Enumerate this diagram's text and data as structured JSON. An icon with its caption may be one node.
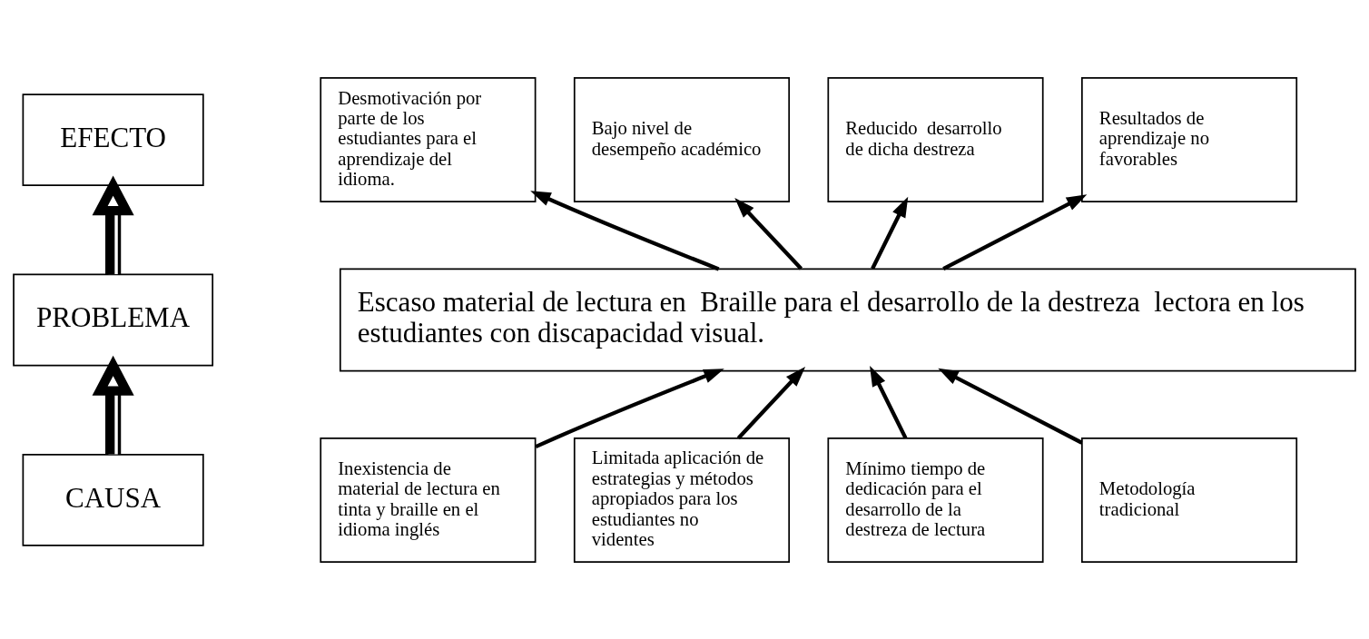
{
  "diagram": {
    "nodes": [
      {
        "text": [
          "EFECTO"
        ]
      },
      {
        "text": [
          "PROBLEMA"
        ]
      },
      {
        "text": [
          "CAUSA"
        ]
      },
      {
        "text": [
          "Desmotivación por parte de los estudiantes para el aprendizaje del idioma."
        ]
      },
      {
        "text": [
          "Bajo nivel de desempeño académico"
        ]
      },
      {
        "text": [
          "Reducido  desarrollo de dicha destreza"
        ]
      },
      {
        "text": [
          "Resultados de aprendizaje no favorables"
        ]
      },
      {
        "text": [
          "Escaso material de lectura en  Braille para el desarrollo de la destreza  lectora en los estudiantes con discapacidad visual."
        ]
      },
      {
        "text": [
          "Inexistencia de material de lectura en tinta y braille en el idioma inglés"
        ]
      },
      {
        "text": [
          "Limitada aplicación de estrategias y métodos apropiados para los estudiantes no videntes"
        ]
      },
      {
        "text": [
          "Mínimo tiempo de dedicación para el desarrollo de la destreza de lectura"
        ]
      },
      {
        "text": [
          "Metodología tradicional"
        ]
      }
    ],
    "edges": [
      {
        "from": 2,
        "to": 1,
        "arrow": "to",
        "style": "thick"
      },
      {
        "from": 1,
        "to": 0,
        "arrow": "to",
        "style": "thick"
      },
      {
        "from": 8,
        "to": 7,
        "arrow": "to"
      },
      {
        "from": 9,
        "to": 7,
        "arrow": "to"
      },
      {
        "from": 10,
        "to": 7,
        "arrow": "to"
      },
      {
        "from": 11,
        "to": 7,
        "arrow": "to"
      },
      {
        "from": 7,
        "to": 3,
        "arrow": "to"
      },
      {
        "from": 7,
        "to": 4,
        "arrow": "to"
      },
      {
        "from": 7,
        "to": 5,
        "arrow": "to"
      },
      {
        "from": 7,
        "to": 6,
        "arrow": "to"
      }
    ]
  }
}
